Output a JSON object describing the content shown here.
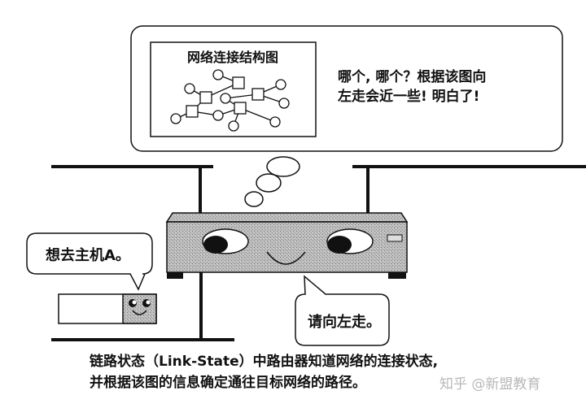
{
  "map_title": "网络连接结构图",
  "router_thought": [
    "哪个, 哪个？根据该图向",
    "左走会近一些! 明白了!"
  ],
  "host_speech": "想去主机A。",
  "router_speech": "请向左走。",
  "caption": [
    "链路状态（Link-State）中路由器知道网络的连接状态,",
    "并根据该图的信息确定通往目标网络的路径。"
  ],
  "watermark": "知乎 @新盟教育"
}
